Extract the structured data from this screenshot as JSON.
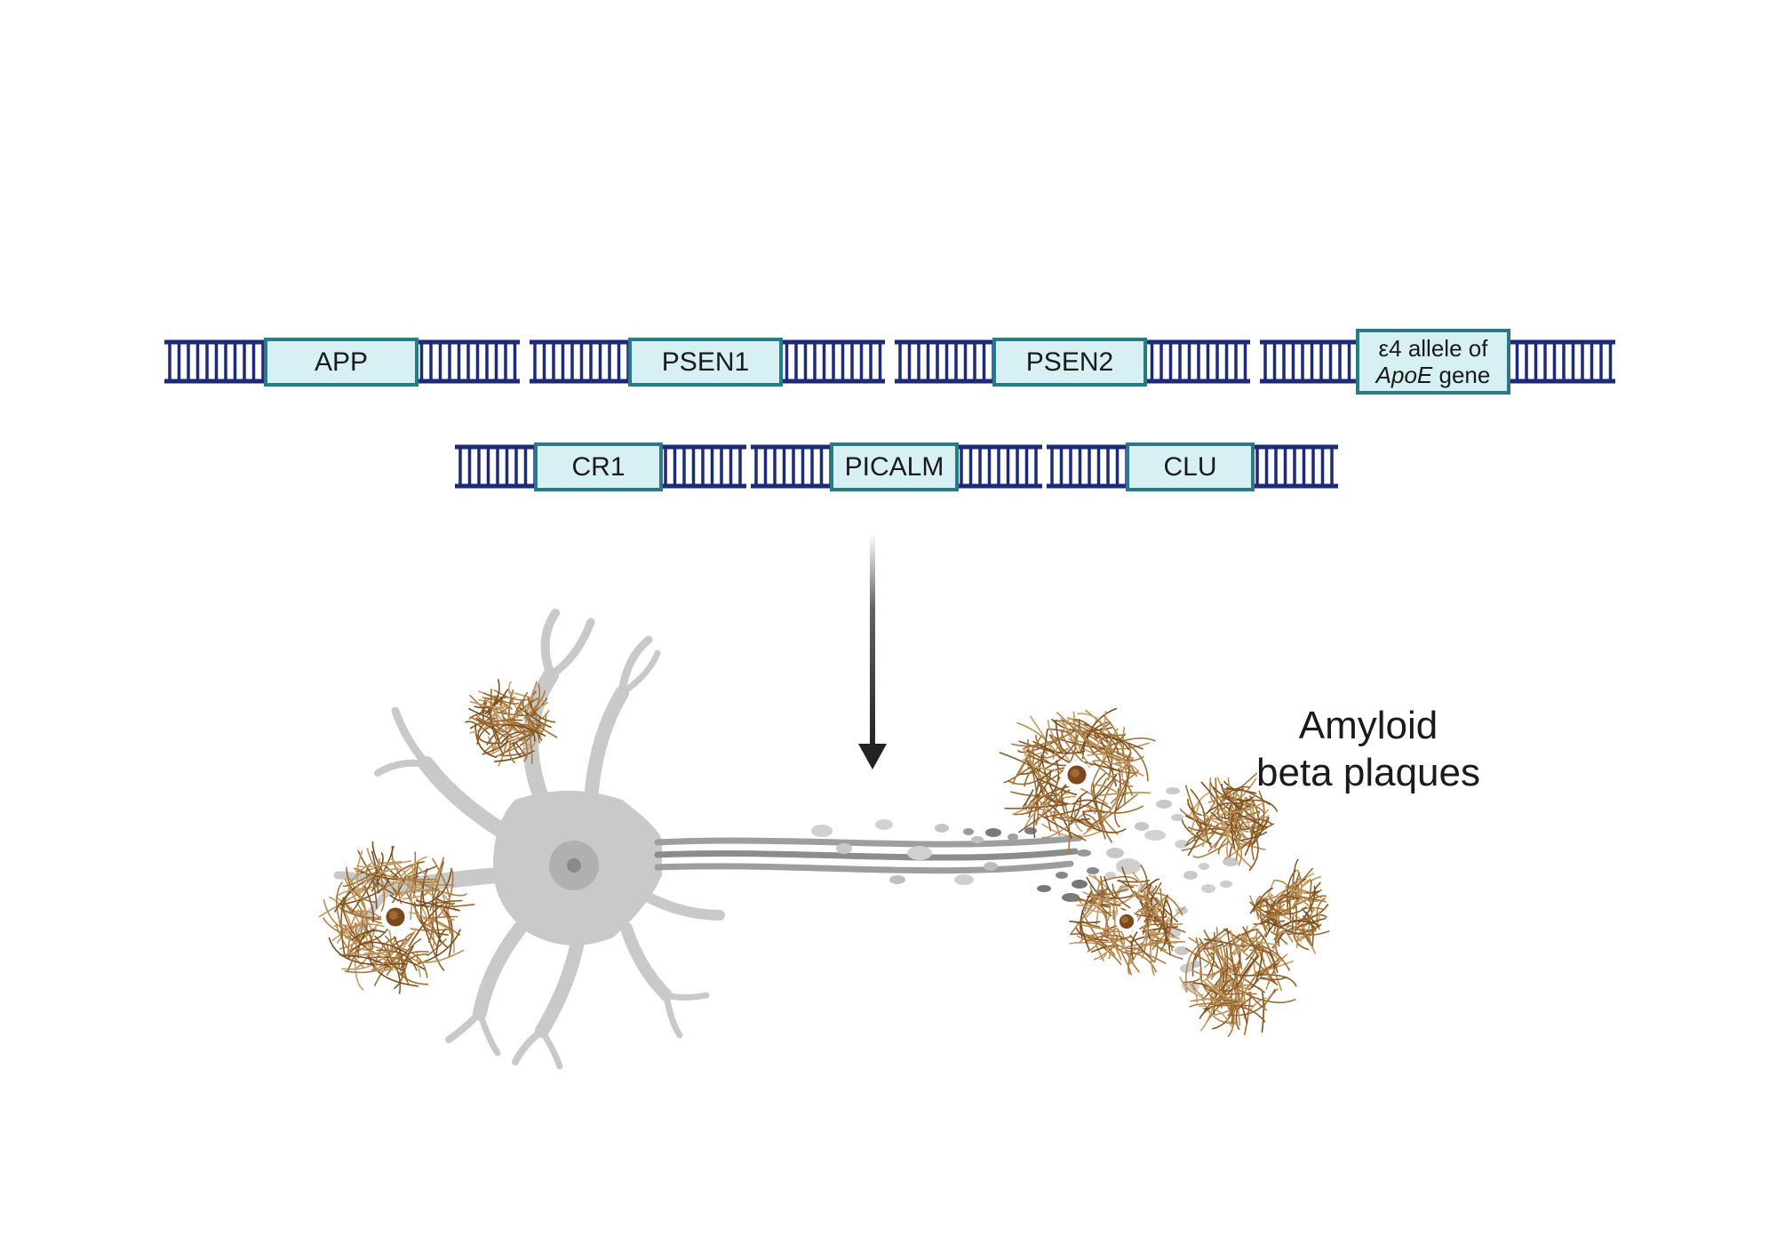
{
  "genes_row1": [
    {
      "id": "app",
      "label": "APP"
    },
    {
      "id": "psen1",
      "label": "PSEN1"
    },
    {
      "id": "psen2",
      "label": "PSEN2"
    }
  ],
  "apoe": {
    "line1": "ε4 allele of",
    "line2_italic": "ApoE",
    "line2_rest": " gene"
  },
  "genes_row2": [
    {
      "id": "cr1",
      "label": "CR1"
    },
    {
      "id": "picalm",
      "label": "PICALM"
    },
    {
      "id": "clu",
      "label": "CLU"
    }
  ],
  "plaque_label": {
    "line1": "Amyloid",
    "line2": "beta plaques"
  },
  "colors": {
    "dna": "#1c2a78",
    "gene_fill": "#d7f0f4",
    "gene_border": "#2a7a86",
    "neuron": "#c9c9c9",
    "plaque": "#9a6a33",
    "arrow": "#222222"
  }
}
